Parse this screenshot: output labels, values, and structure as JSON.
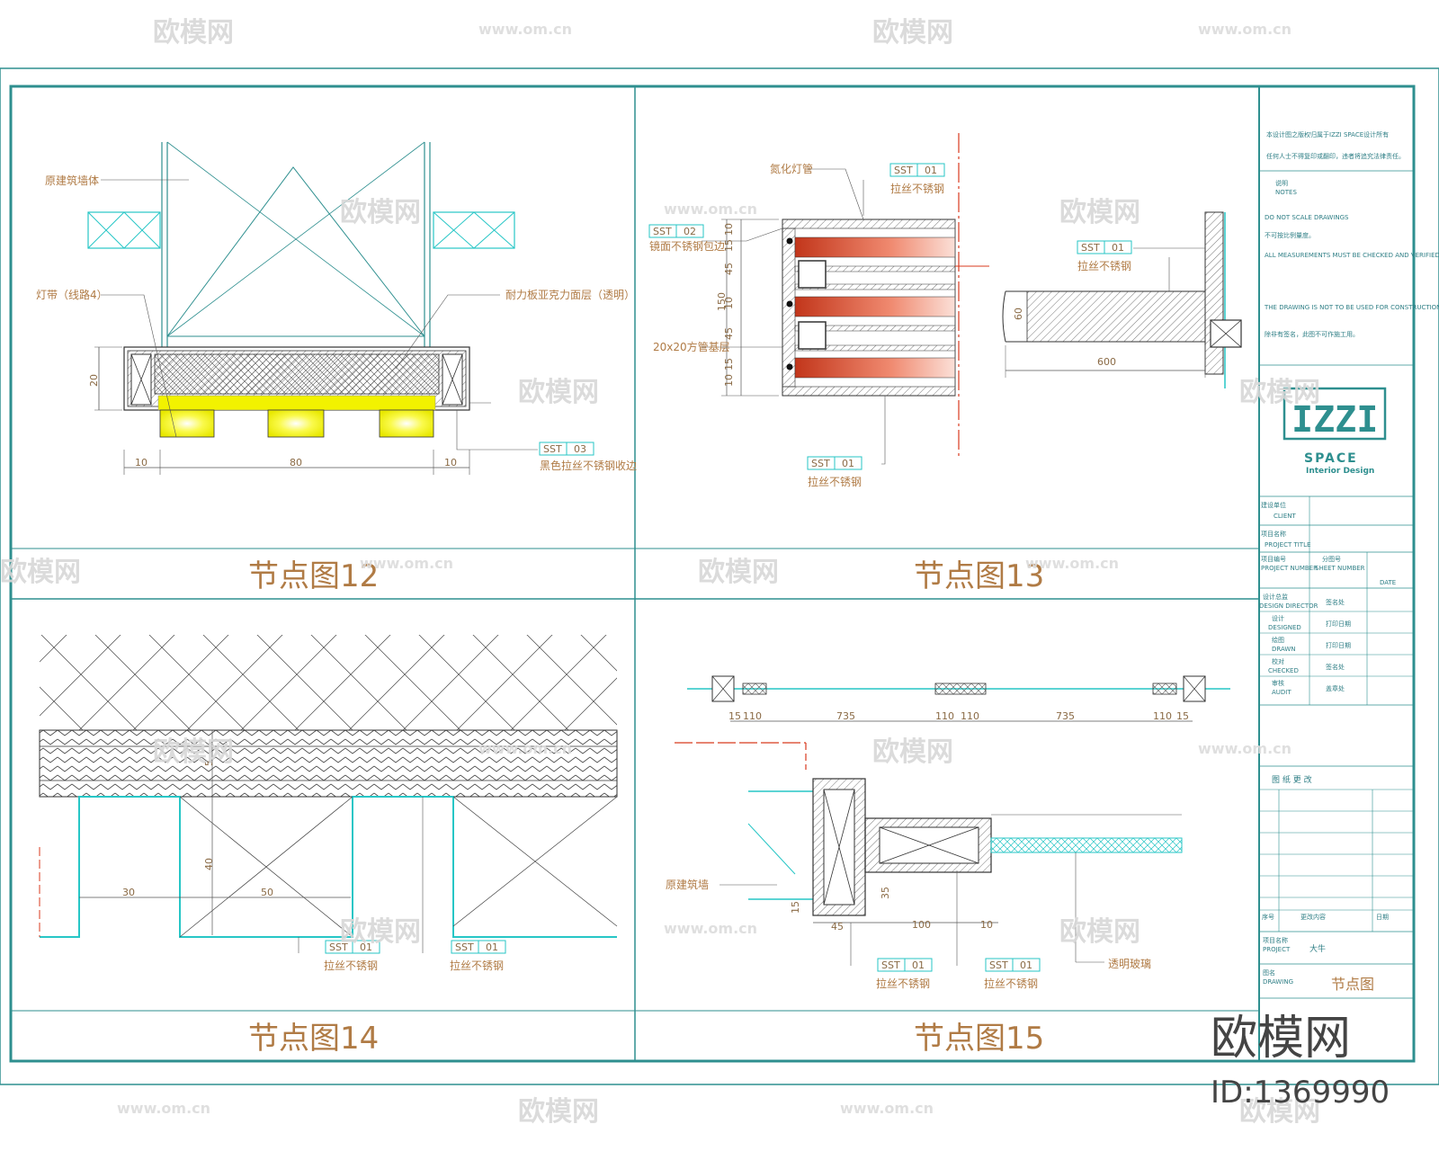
{
  "drawing": {
    "panels": [
      {
        "id": "node-12",
        "title": "节点图12"
      },
      {
        "id": "node-13",
        "title": "节点图13"
      },
      {
        "id": "node-14",
        "title": "节点图14"
      },
      {
        "id": "node-15",
        "title": "节点图15"
      }
    ],
    "node12": {
      "labels": [
        "原建筑墙体",
        "灯带（线路4）",
        "耐力板亚克力面层（透明）",
        "黑色拉丝不锈钢收边"
      ],
      "dims": [
        "20",
        "10",
        "80",
        "10"
      ],
      "tag_code": "SST",
      "tag_num": "03"
    },
    "node13": {
      "labels": [
        "氮化灯管",
        "拉丝不锈钢",
        "镜面不锈钢包边",
        "20x20方管基层",
        "拉丝不锈钢",
        "拉丝不锈钢"
      ],
      "dims": [
        "10",
        "15",
        "45",
        "150",
        "10",
        "45",
        "15",
        "10",
        "600",
        "60"
      ],
      "tags": [
        {
          "code": "SST",
          "num": "01"
        },
        {
          "code": "SST",
          "num": "02"
        },
        {
          "code": "SST",
          "num": "01"
        },
        {
          "code": "SST",
          "num": "01"
        }
      ]
    },
    "node14": {
      "labels": [
        "拉丝不锈钢",
        "拉丝不锈钢"
      ],
      "dims": [
        "30",
        "50",
        "40",
        "5"
      ],
      "tags": [
        {
          "code": "SST",
          "num": "01"
        },
        {
          "code": "SST",
          "num": "01"
        }
      ]
    },
    "node15": {
      "dims_top": [
        "15",
        "110",
        "735",
        "110",
        "110",
        "735",
        "110",
        "15"
      ],
      "labels": [
        "原建筑墙",
        "拉丝不锈钢",
        "拉丝不锈钢",
        "透明玻璃"
      ],
      "dims": [
        "15",
        "45",
        "35",
        "100",
        "10"
      ],
      "tags": [
        {
          "code": "SST",
          "num": "01"
        },
        {
          "code": "SST",
          "num": "01"
        }
      ]
    }
  },
  "title_block": {
    "notes_cn_1": "本设计图之版权归属于IZZI SPACE设计所有",
    "notes_cn_2": "任何人士不得复印或翻印，违者将追究法律责任。",
    "notes_label": "说明",
    "notes_label_en": "NOTES",
    "note_en_1": "DO NOT SCALE DRAWINGS",
    "note_cn_1": "不可按比例量度。",
    "note_en_2": "ALL MEASUREMENTS MUST BE CHECKED AND VERIFIED ON SITE",
    "note_en_3": "THE DRAWING IS NOT TO BE USED FOR CONSTRUCTION UNLESS CERTIFIED",
    "note_cn_3": "除非有签名，此图不可作施工用。",
    "logo_main": "IZZI",
    "logo_space": "SPACE",
    "logo_sub": "Interior Design",
    "client_cn": "建设单位",
    "client_en": "CLIENT",
    "project_title_cn": "项目名称",
    "project_title_en": "PROJECT TITLE",
    "project_number_cn": "项目编号",
    "project_number_en": "PROJECT NUMBER",
    "sheet_number_cn": "分图号",
    "sheet_number_en": "SHEET NUMBER",
    "date_en": "DATE",
    "rows": [
      {
        "cn": "设计总监",
        "en": "DESIGN DIRECTOR",
        "val": "签名处"
      },
      {
        "cn": "设计",
        "en": "DESIGNED",
        "val": "打印日期"
      },
      {
        "cn": "绘图",
        "en": "DRAWN",
        "val": "打印日期"
      },
      {
        "cn": "校对",
        "en": "CHECKED",
        "val": "签名处"
      },
      {
        "cn": "审核",
        "en": "AUDIT",
        "val": "盖章处"
      }
    ],
    "revision_title": "图 纸 更 改",
    "rev_num": "序号",
    "rev_desc": "更改内容",
    "rev_date": "日期",
    "project_name_label_cn": "项目名称",
    "project_name_label_en": "PROJECT",
    "project_name_value": "大牛",
    "drawing_label_cn": "图名",
    "drawing_label_en": "DRAWING",
    "drawing_value": "节点图"
  },
  "watermarks": {
    "site_name": "欧模网",
    "site_url": "www.om.cn",
    "corner_name": "欧模网",
    "corner_id": "ID:1369990"
  },
  "colors": {
    "frame": "#2e8f8f",
    "cyan_line": "#27c6c6",
    "dim": "#8a6a45",
    "label": "#b07b45",
    "yellow": "#f2f200",
    "red": "#d83a1e"
  }
}
